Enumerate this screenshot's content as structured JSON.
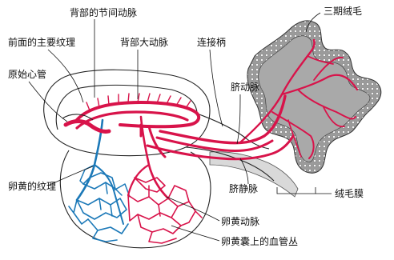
{
  "labels": {
    "dorsal_intersegmental_artery": "背部的节间动脉",
    "main_anterior_texture": "前面的主要纹理",
    "dorsal_aorta": "背部大动脉",
    "connecting_stalk": "连接柄",
    "tertiary_villi": "三期绒毛",
    "primitive_heart": "原始心管",
    "umbilical_artery": "脐动脉",
    "umbilical_vein": "脐静脉",
    "yolk_texture": "卵黄的纹理",
    "chorionic_membrane": "绒毛膜",
    "vitelline_artery": "卵黄动脉",
    "yolk_sac_plexus": "卵黄囊上的血管丛"
  },
  "colors": {
    "artery": "#d8134a",
    "vein": "#1c79b8",
    "tissue_gray": "#a9a9a9",
    "outline": "#222222"
  }
}
